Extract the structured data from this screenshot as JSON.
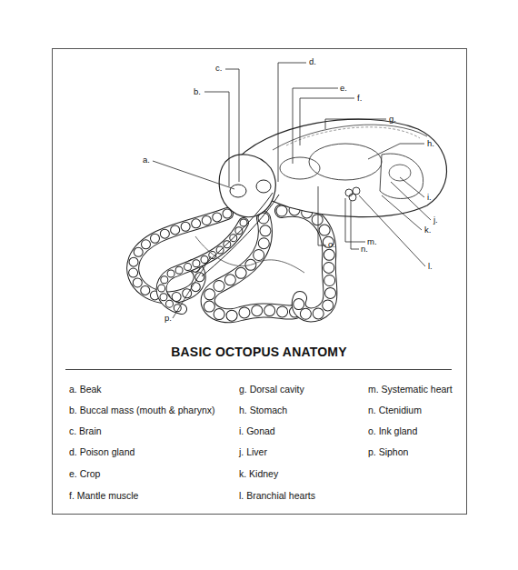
{
  "diagram": {
    "title": "BASIC OCTOPUS ANATOMY",
    "labels": [
      "c.",
      "d.",
      "b.",
      "e.",
      "f.",
      "g.",
      "a.",
      "h.",
      "i.",
      "j.",
      "k.",
      "m.",
      "n.",
      "o.",
      "l.",
      "p.",
      "a. Beak",
      "b. Buccal mass (mouth & pharynx)",
      "c. Brain",
      "d. Poison gland",
      "e. Crop",
      "f. Mantle muscle",
      "g. Dorsal cavity",
      "h. Stomach",
      "i. Gonad",
      "j. Liver",
      "k. Kidney",
      "l. Branchial hearts",
      "m. Systematic heart",
      "n. Ctenidium",
      "o. Ink gland",
      "p. Siphon"
    ]
  }
}
